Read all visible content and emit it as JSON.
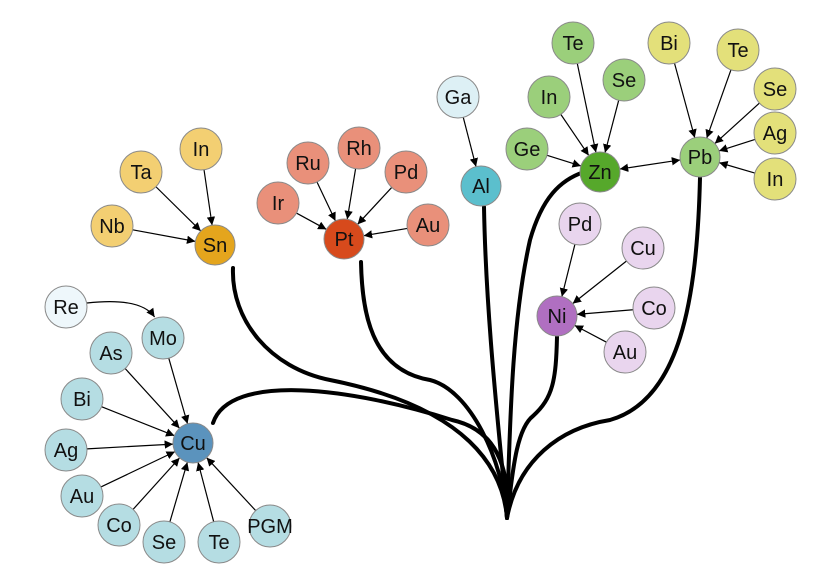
{
  "diagram": {
    "groups": [
      {
        "id": "cu",
        "color": "#5b93bd",
        "satellite_color": "#b5dde3",
        "hub": "Cu",
        "satellites": [
          "Re",
          "Mo",
          "As",
          "Bi",
          "Ag",
          "Au",
          "Co",
          "Se",
          "Te",
          "PGM"
        ]
      },
      {
        "id": "sn",
        "color": "#e4a51d",
        "satellite_color": "#f3cf72",
        "hub": "Sn",
        "satellites": [
          "Nb",
          "Ta",
          "In"
        ]
      },
      {
        "id": "pt",
        "color": "#d74a1c",
        "satellite_color": "#e9907a",
        "hub": "Pt",
        "satellites": [
          "Ir",
          "Ru",
          "Rh",
          "Pd",
          "Au"
        ]
      },
      {
        "id": "al",
        "color": "#5bbfcd",
        "satellite_color": "#ddf0f5",
        "hub": "Al",
        "satellites": [
          "Ga"
        ]
      },
      {
        "id": "zn",
        "color": "#56a82b",
        "satellite_color": "#9bcf7b",
        "hub": "Zn",
        "satellites": [
          "Te",
          "In",
          "Se",
          "Ge"
        ]
      },
      {
        "id": "pb",
        "color": "#9bcf7b",
        "satellite_color": "#e3e07a",
        "hub": "Pb",
        "satellites": [
          "Bi",
          "Te",
          "Se",
          "Ag",
          "In"
        ]
      },
      {
        "id": "ni",
        "color": "#b06fc1",
        "satellite_color": "#e9d5ee",
        "hub": "Ni",
        "satellites": [
          "Pd",
          "Cu",
          "Co",
          "Au"
        ]
      }
    ],
    "re_node_color": "#eef7fb"
  }
}
